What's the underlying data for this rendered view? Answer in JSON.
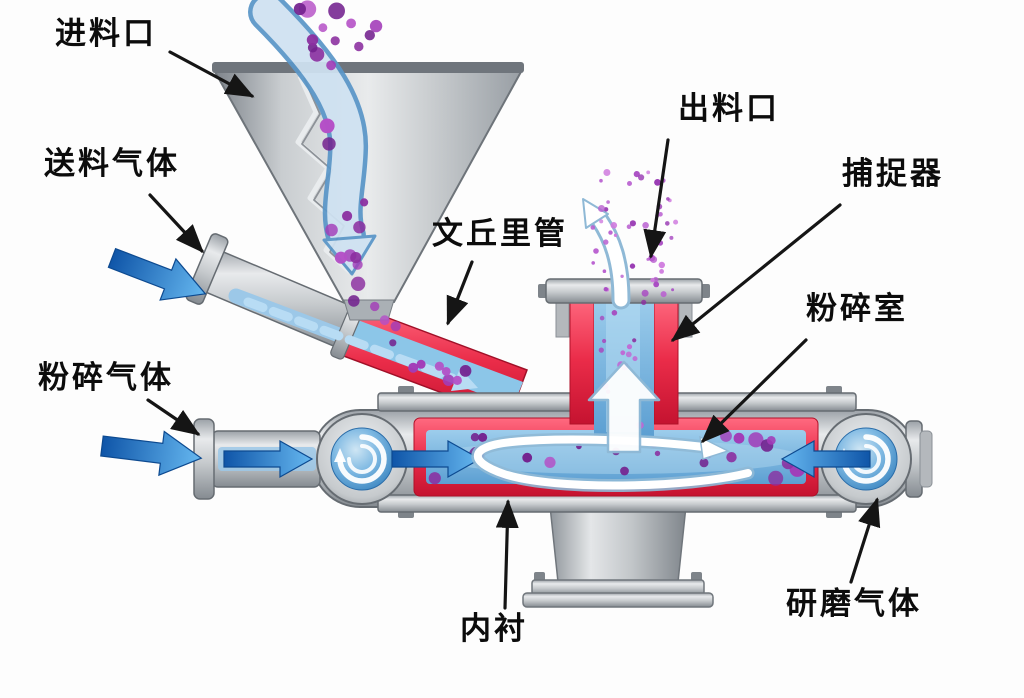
{
  "diagram": {
    "labels": {
      "feed_inlet": "进料口",
      "feeding_gas": "送料气体",
      "crushing_gas": "粉碎气体",
      "venturi_tube": "文丘里管",
      "outlet": "出料口",
      "catcher": "捕捉器",
      "crushing_chamber": "粉碎室",
      "liner": "内衬",
      "grinding_gas": "研磨气体"
    },
    "colors": {
      "liner_red": "#e82c49",
      "interior_blue": "#6db0e0",
      "gas_arrow_blue": "#1b6cc0",
      "particle_purple": "#8b2fa0",
      "metal_gray": "#c3c7cb",
      "label_black": "#151515",
      "background": "#fdfdfd"
    }
  }
}
